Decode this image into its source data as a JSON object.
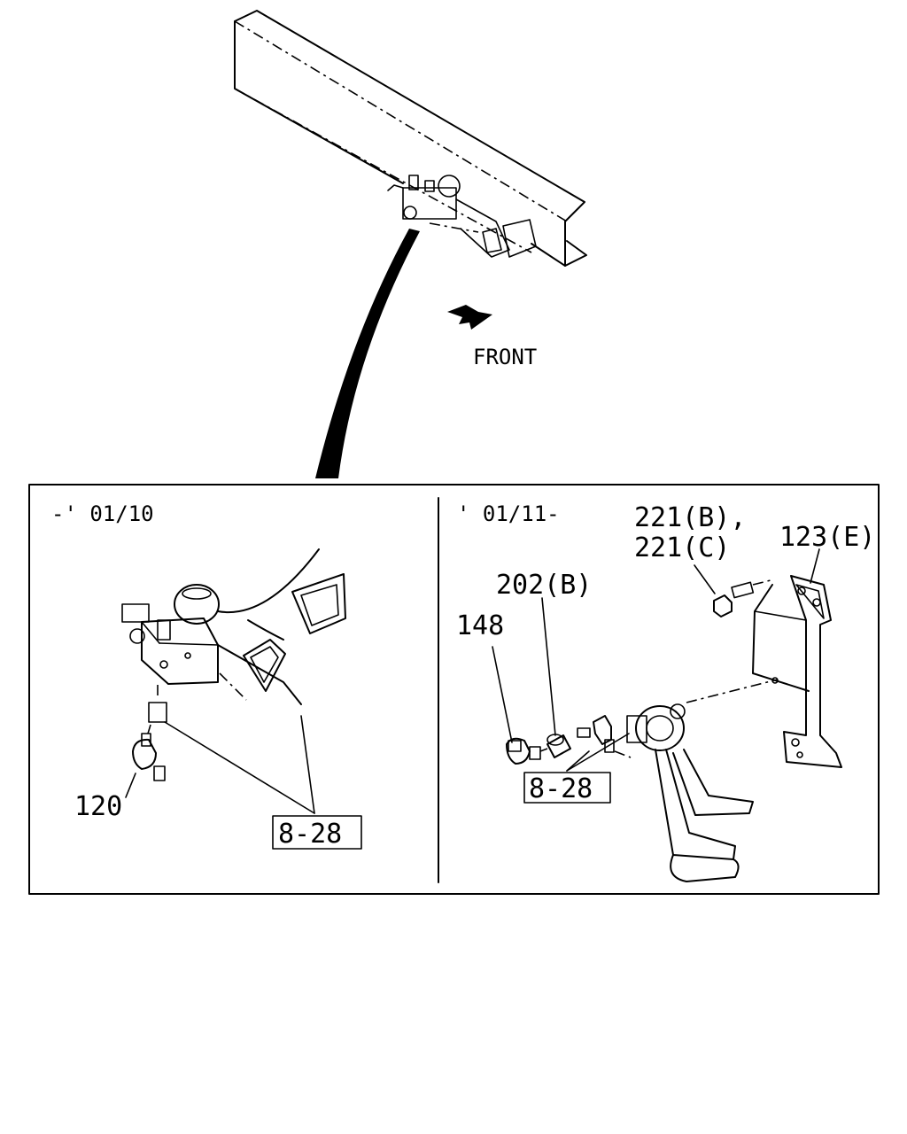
{
  "overview": {
    "direction_label": "FRONT"
  },
  "panels": [
    {
      "period": "-' 01/10",
      "callouts": [
        "120"
      ],
      "reference": "8-28"
    },
    {
      "period": "' 01/11-",
      "callouts": [
        "148",
        "202(B)",
        "221(B),",
        "221(C)",
        "123(E)"
      ],
      "reference": "8-28"
    }
  ]
}
